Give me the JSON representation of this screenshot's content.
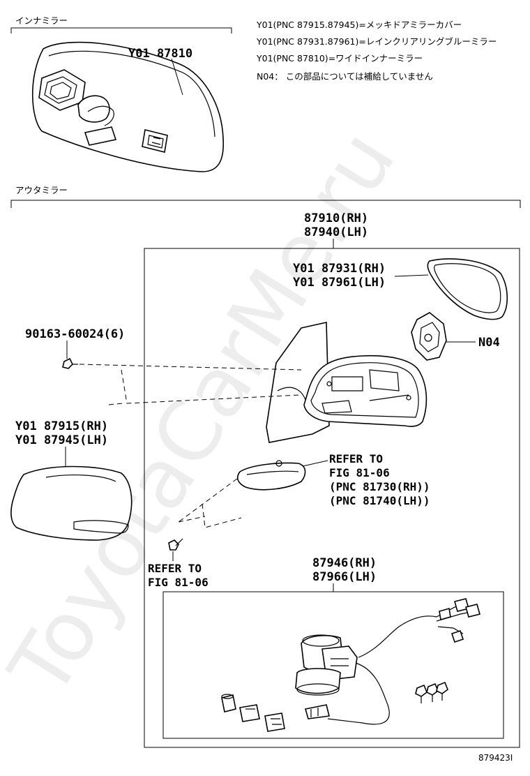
{
  "sections": {
    "inner_mirror": "インナミラー",
    "outer_mirror": "アウタミラー"
  },
  "notes": [
    "Y01(PNC 87915.87945)=メッキドアミラーカバー",
    "Y01(PNC 87931.87961)=レインクリアリングブルーミラー",
    "Y01(PNC 87810)=ワイドインナーミラー",
    "N04： この部品については補給していません"
  ],
  "labels": {
    "inner_mirror_part": "Y01 87810",
    "mirror_assy_rh": "87910(RH)",
    "mirror_assy_lh": "87940(LH)",
    "glass_rh": "Y01 87931(RH)",
    "glass_lh": "Y01 87961(LH)",
    "n04": "N04",
    "screw": "90163-60024(6)",
    "cover_rh": "Y01 87915(RH)",
    "cover_lh": "Y01 87945(LH)",
    "refer_to_1": "REFER TO",
    "fig_1": "FIG 81-06",
    "pnc_rh": "(PNC 81730(RH))",
    "pnc_lh": "(PNC 81740(LH))",
    "refer_to_2": "REFER TO",
    "fig_2": "FIG 81-06",
    "motor_rh": "87946(RH)",
    "motor_lh": "87966(LH)"
  },
  "figure_number": "879423I",
  "watermark": "ToyotaCarMe.ru"
}
